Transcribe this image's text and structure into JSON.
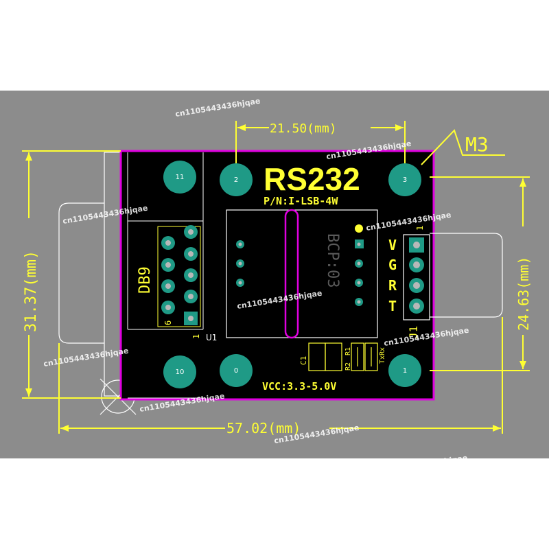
{
  "watermark": "cn1105443436hjqae",
  "dimensions": {
    "top_width": "21.50(mm)",
    "total_width": "57.02(mm)",
    "left_height": "31.37(mm)",
    "right_height": "24.63(mm)",
    "hole_label": "M3"
  },
  "board": {
    "title": "RS232",
    "part_number": "P/N:I-LSB-4W",
    "supply": "VCC:3.3-5.0V",
    "connector_label": "DB9",
    "db9_pin_low": "6",
    "db9_pin_high": "1",
    "u1": "U1",
    "chip_marking": "BCP:03",
    "j1": "J1",
    "j1_pin1": "1",
    "header_pins": [
      "V",
      "G",
      "R",
      "T"
    ],
    "c1": "C1",
    "r1": "R1",
    "r2": "R2",
    "txrx": "TxRx",
    "mount_holes": [
      "11",
      "2",
      "3",
      "10",
      "0",
      "1"
    ]
  },
  "colors": {
    "background": "#8c8c8c",
    "board": "#000000",
    "outline": "#e000e0",
    "silkscreen": "#ffff33",
    "pad": "#1f9a86",
    "drill": "#b8b8b8"
  }
}
